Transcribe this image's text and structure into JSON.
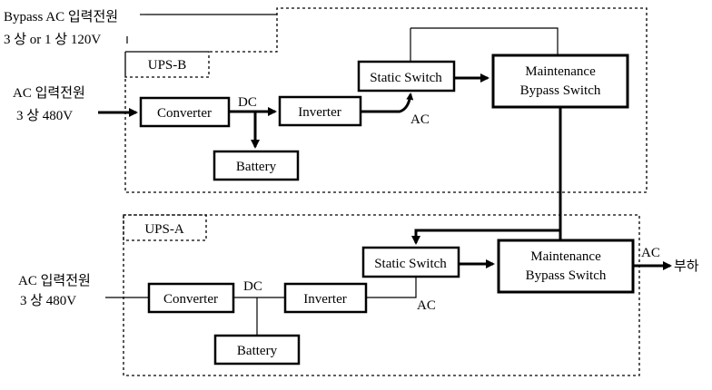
{
  "bypass_input": {
    "line1": "Bypass AC 입력전원",
    "line2": "3 상 or 1 상 120V"
  },
  "ups_b": {
    "label": "UPS-B",
    "input_line1": "AC 입력전원",
    "input_line2": "3 상 480V",
    "converter": "Converter",
    "dc": "DC",
    "inverter": "Inverter",
    "battery": "Battery",
    "static_switch": "Static Switch",
    "ac": "AC",
    "maintenance_line1": "Maintenance",
    "maintenance_line2": "Bypass Switch"
  },
  "ups_a": {
    "label": "UPS-A",
    "input_line1": "AC 입력전원",
    "input_line2": "3 상 480V",
    "converter": "Converter",
    "dc": "DC",
    "inverter": "Inverter",
    "battery": "Battery",
    "static_switch": "Static Switch",
    "ac": "AC",
    "maintenance_line1": "Maintenance",
    "maintenance_line2": "Bypass Switch",
    "output_ac": "AC",
    "load": "부하"
  }
}
